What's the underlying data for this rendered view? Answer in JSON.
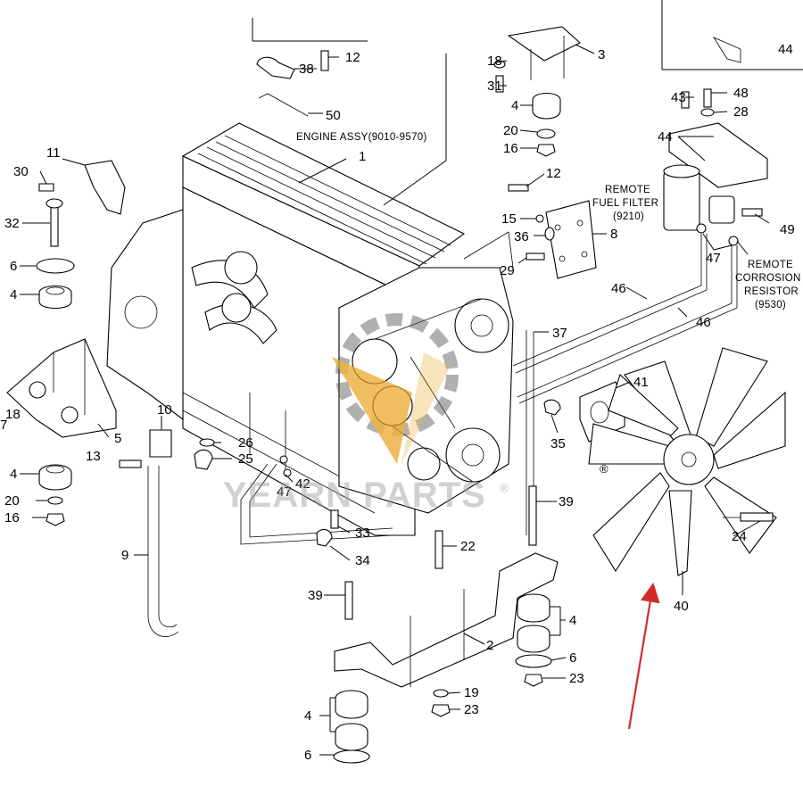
{
  "watermark": {
    "text": "YEARN PARTS",
    "mark": "®"
  },
  "labels": {
    "engine_assy": "ENGINE ASSY(9010-9570)",
    "remote_fuel_filter_l1": "REMOTE",
    "remote_fuel_filter_l2": "FUEL FILTER",
    "remote_fuel_filter_l3": "(9210)",
    "remote_corrosion_l1": "REMOTE",
    "remote_corrosion_l2": "CORROSION",
    "remote_corrosion_l3": "RESISTOR",
    "remote_corrosion_l4": "(9530)"
  },
  "callouts": {
    "c44a": "44",
    "c3": "3",
    "c18a": "18",
    "c31": "31",
    "c4a": "4",
    "c20a": "20",
    "c16a": "16",
    "c38": "38",
    "c12a": "12",
    "c50": "50",
    "c1": "1",
    "c11": "11",
    "c30": "30",
    "c32": "32",
    "c6a": "6",
    "c4b": "4",
    "c18b": "18",
    "c7": "7",
    "c5": "5",
    "c4c": "4",
    "c20b": "20",
    "c16b": "16",
    "c43": "43",
    "c48": "48",
    "c28": "28",
    "c44b": "44",
    "c12b": "12",
    "c15": "15",
    "c36": "36",
    "c8": "8",
    "c29": "29",
    "c47a": "47",
    "c49": "49",
    "c46a": "46",
    "c46b": "46",
    "c37": "37",
    "c41": "41",
    "c35": "35",
    "c10": "10",
    "c13": "13",
    "c26": "26",
    "c25": "25",
    "c47b": "47",
    "c42": "42",
    "c33": "33",
    "c34": "34",
    "c9": "9",
    "c39a": "39",
    "c22": "22",
    "c39b": "39",
    "c2": "2",
    "c4d": "4",
    "c6b": "6",
    "c23a": "23",
    "c19": "19",
    "c23b": "23",
    "c4e": "4",
    "c6c": "6",
    "c24": "24",
    "c40": "40"
  },
  "colors": {
    "arrow": "#d42a2a",
    "line": "#000000",
    "watermark": "#9a9a9a",
    "logo": "#e8a623"
  }
}
